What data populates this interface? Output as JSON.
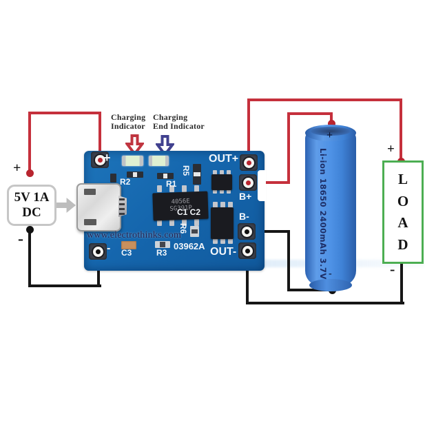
{
  "dc_source": {
    "line1": "5V 1A",
    "line2": "DC",
    "plus": "+",
    "minus": "-"
  },
  "annotations": {
    "charging_indicator_line1": "Charging",
    "charging_indicator_line2": "Indicator",
    "charging_end_line1": "Charging",
    "charging_end_line2": "End Indicator"
  },
  "module": {
    "silkscreen": {
      "plus": "+",
      "minus": "-",
      "out_plus": "OUT+",
      "b_plus": "B+",
      "b_minus": "B-",
      "out_minus": "OUT-",
      "r1": "R1",
      "r2": "R2",
      "r3": "R3",
      "r5": "R5",
      "r6": "R6",
      "c1_c2": "C1 C2",
      "c3": "C3",
      "model": "03962A"
    },
    "chip": {
      "line1": "4056E",
      "line2": "SG391P"
    },
    "watermark": "www.electrothinks.com"
  },
  "battery": {
    "plus": "+",
    "minus": "-",
    "label": "Li-ion 18650 2400mAh 3.7V"
  },
  "load": {
    "letters": [
      "L",
      "O",
      "A",
      "D"
    ],
    "plus": "+",
    "minus": "-"
  },
  "colors": {
    "positive_wire": "#c5303c",
    "negative_wire": "#161616",
    "pcb_blue": "#1566ad",
    "battery_blue": "#4e92e6",
    "load_border_green": "#4cae52",
    "charging_arrow_red": "#c03540",
    "charge_end_arrow_blue": "#41418f"
  }
}
